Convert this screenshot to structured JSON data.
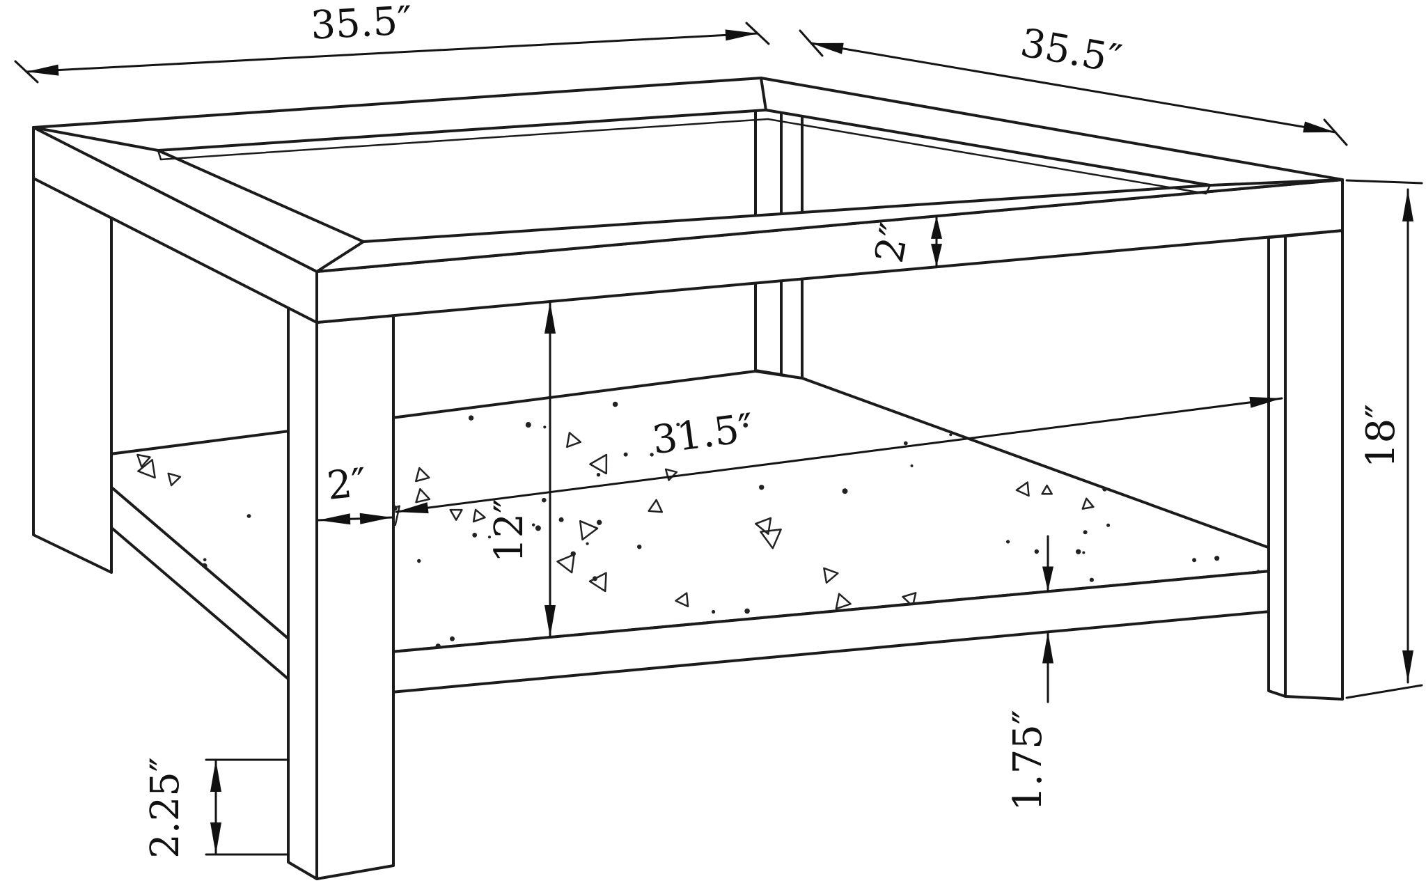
{
  "document": {
    "type": "dimensioned technical line drawing",
    "subject": "square coffee table with open picture-frame top, four square legs and speckled lower shelf",
    "background_color": "#ffffff",
    "line_color": "#1b1b1b",
    "units": "inches"
  },
  "dimensions": {
    "top_left": "35.5″",
    "top_right": "35.5″",
    "height": "18″",
    "frame_thickness": "2″",
    "leg_width": "2″",
    "shelf_width": "31.5″",
    "shelf_clearance": "12″",
    "shelf_thickness": "1.75″",
    "leg_bottom": "2.25″"
  }
}
